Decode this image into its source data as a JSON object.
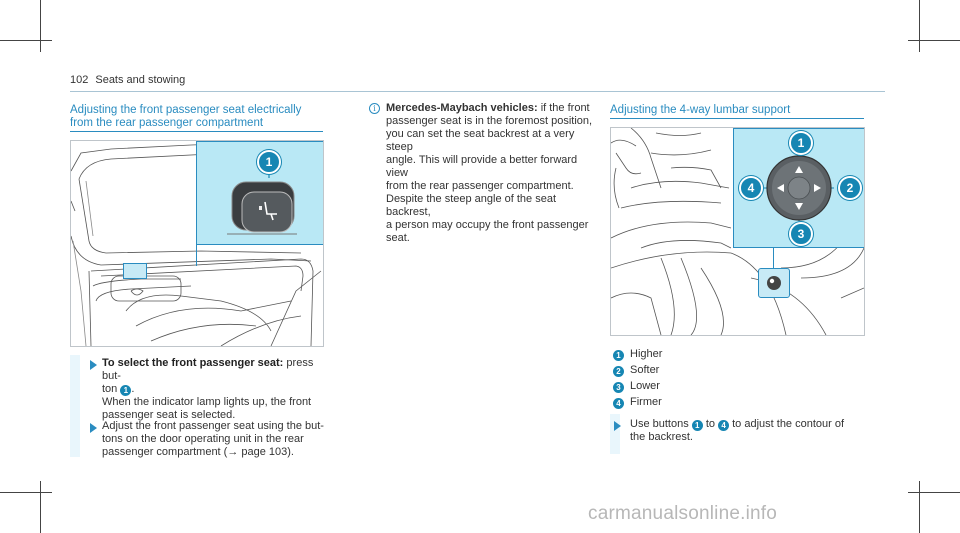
{
  "header": {
    "page_number": "102",
    "section": "Seats and stowing"
  },
  "left_section": {
    "title_line1": "Adjusting the front passenger seat electrically",
    "title_line2": "from the rear passenger compartment",
    "callout": "1",
    "steps": [
      {
        "bold": "To select the front passenger seat:",
        "l1": " press but-",
        "l2a": "ton ",
        "l2_ref": "1",
        "l2b": ".",
        "l3": "When the indicator lamp lights up, the front",
        "l4": "passenger seat is selected."
      },
      {
        "l1": "Adjust the front passenger seat using the but-",
        "l2": "tons on the door operating unit in the rear",
        "l3": "passenger compartment (→ page 103)."
      }
    ]
  },
  "note": {
    "icon": "i",
    "bold": "Mercedes-Maybach vehicles:",
    "l1": " if the front",
    "l2": "passenger seat is in the foremost position,",
    "l3": "you can set the seat backrest at a very steep",
    "l4": "angle. This will provide a better forward view",
    "l5": "from the rear passenger compartment.",
    "l6": "Despite the steep angle of the seat backrest,",
    "l7": "a person may occupy the front passenger",
    "l8": "seat."
  },
  "right_section": {
    "title": "Adjusting the 4-way lumbar support",
    "callouts": [
      "1",
      "2",
      "3",
      "4"
    ],
    "legend": [
      {
        "num": "1",
        "label": "Higher"
      },
      {
        "num": "2",
        "label": "Softer"
      },
      {
        "num": "3",
        "label": "Lower"
      },
      {
        "num": "4",
        "label": "Firmer"
      }
    ],
    "step": {
      "a": "Use buttons ",
      "ref1": "1",
      "b": " to ",
      "ref2": "4",
      "c": " to adjust the contour of",
      "l2": "the backrest."
    }
  },
  "watermark": "carmanualsonline.info",
  "colors": {
    "accent": "#2a8cc0",
    "callout": "#1686b3",
    "inset": "#b9e8f5",
    "sidebar": "#e9f6fc"
  }
}
